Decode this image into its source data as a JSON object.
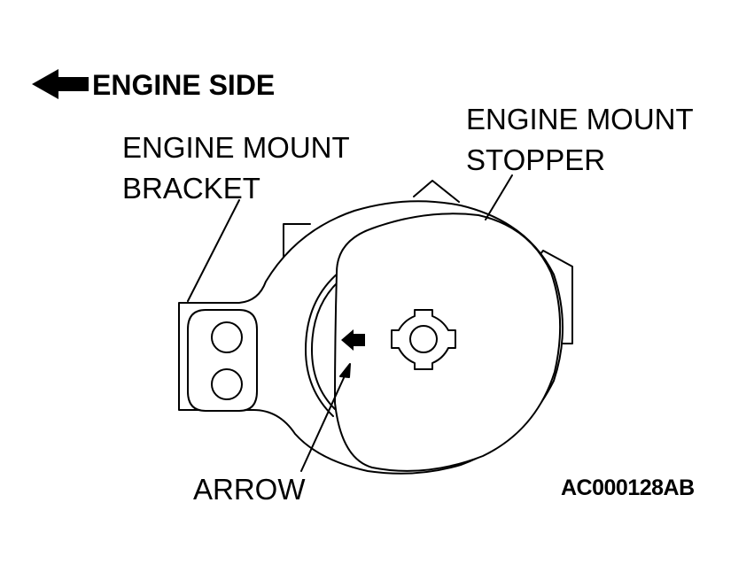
{
  "labels": {
    "engine_side": "ENGINE SIDE",
    "bracket_line1": "ENGINE MOUNT",
    "bracket_line2": "BRACKET",
    "stopper_line1": "ENGINE MOUNT",
    "stopper_line2": "STOPPER",
    "arrow": "ARROW",
    "figure_code": "AC000128AB"
  },
  "icons": {
    "engine_direction": "left-arrow-icon",
    "mark_arrow": "left-arrow-icon"
  },
  "colors": {
    "line": "#000000",
    "background": "#ffffff"
  }
}
